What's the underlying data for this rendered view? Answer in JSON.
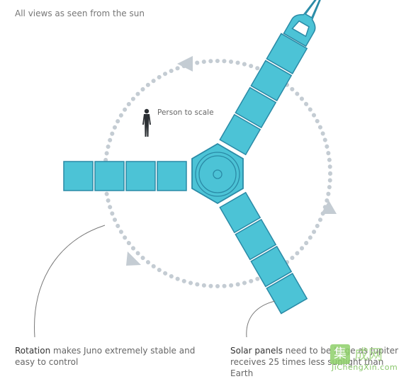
{
  "header": {
    "text": "All views as seen from the sun"
  },
  "person": {
    "label": "Person to scale"
  },
  "captions": {
    "rotation": {
      "lead": "Rotation",
      "rest": " makes Juno extremely stable and easy to control"
    },
    "solar": {
      "lead": "Solar panels",
      "rest": " need to be large as Jupiter receives 25 times less sunlight than Earth"
    }
  },
  "watermark": {
    "mark": "集",
    "cn": "成网",
    "url": "JiChengXin.com"
  },
  "colors": {
    "panel": "#4cc3d6",
    "panel_stroke": "#2a8aa6",
    "hub": "#4cc3d6",
    "rotation_dots": "#c4ccd3",
    "person": "#2b2f33"
  }
}
